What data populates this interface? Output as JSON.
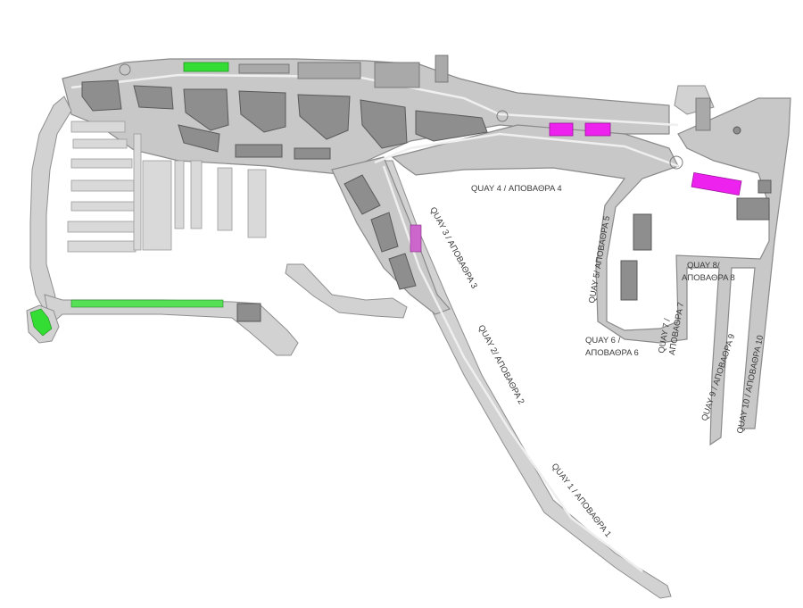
{
  "map": {
    "colors": {
      "land": "#c8c8c8",
      "building": "#8e8e8e",
      "water": "#ffffff",
      "highlight_green": "#33dd33",
      "highlight_magenta": "#ee22ee",
      "label": "#3a3a3a"
    },
    "quay_labels": {
      "quay1": "QUAY 1 / ΑΠΟΒΑΘΡΑ 1",
      "quay2": "QUAY 2/ ΑΠΟΒΑΘΡΑ 2",
      "quay3": "QUAY 3 / ΑΠΟΒΑΘΡΑ 3",
      "quay4": "QUAY 4 / ΑΠΟΒΑΘΡΑ 4",
      "quay5": "QUAY 5/ ΑΠΟΒΑΘΡΑ 5",
      "quay6_line1": "QUAY 6 /",
      "quay6_line2": "ΑΠΟΒΑΘΡΑ 6",
      "quay7_line1": "QUAY 7 /",
      "quay7_line2": "ΑΠΟΒΑΘΡΑ 7",
      "quay8_line1": "QUAY 8/",
      "quay8_line2": "ΑΠΟΒΑΘΡΑ 8",
      "quay9": "QUAY 9 / ΑΠΟΒΑΘΡΑ 9",
      "quay10": "QUAY 10 / ΑΠΟΒΑΘΡΑ 10"
    }
  }
}
